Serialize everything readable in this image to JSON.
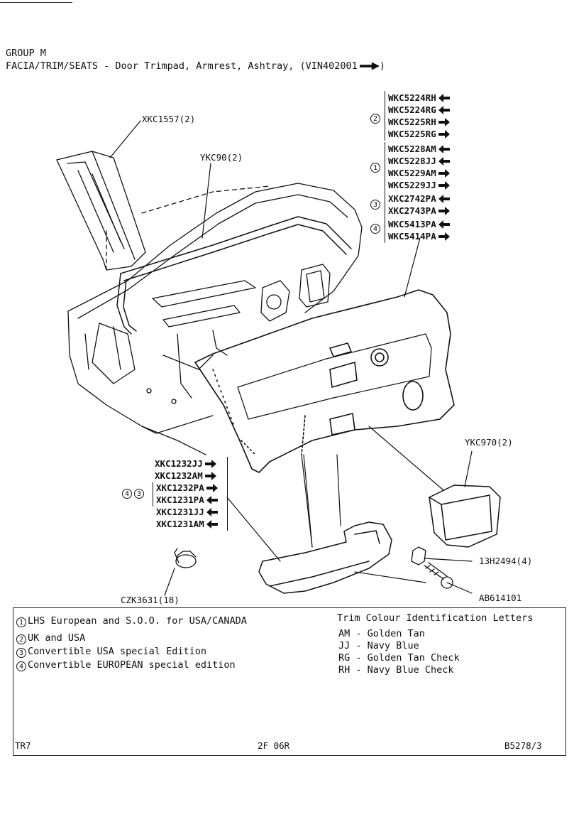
{
  "header": {
    "group": "GROUP M",
    "subtitle": "FACIA/TRIM/SEATS - Door Trimpad, Armrest, Ashtray, (VIN402001",
    "subtitle_end": ")"
  },
  "callouts": {
    "xkc1557": "XKC1557(2)",
    "ykc90": "YKC90(2)",
    "ykc970": "YKC970(2)",
    "h13h2494": "13H2494(4)",
    "ab614101": "AB614101",
    "czk3631": "CZK3631(18)"
  },
  "trimpad_parts": {
    "group2": {
      "marker": "2",
      "items": [
        {
          "code": "WKC5224RH",
          "dir": "left"
        },
        {
          "code": "WKC5224RG",
          "dir": "left"
        },
        {
          "code": "WKC5225RH",
          "dir": "right"
        },
        {
          "code": "WKC5225RG",
          "dir": "right"
        }
      ]
    },
    "group1": {
      "marker": "1",
      "items": [
        {
          "code": "WKC5228AM",
          "dir": "left"
        },
        {
          "code": "WKC5228JJ",
          "dir": "left"
        },
        {
          "code": "WKC5229AM",
          "dir": "right"
        },
        {
          "code": "WKC5229JJ",
          "dir": "right"
        }
      ]
    },
    "group3": {
      "marker": "3",
      "items": [
        {
          "code": "XKC2742PA",
          "dir": "left"
        },
        {
          "code": "XKC2743PA",
          "dir": "right"
        }
      ]
    },
    "group4": {
      "marker": "4",
      "items": [
        {
          "code": "WKC5413PA",
          "dir": "left"
        },
        {
          "code": "WKC5414PA",
          "dir": "right"
        }
      ]
    }
  },
  "armrest_parts": {
    "markers": [
      "4",
      "3"
    ],
    "items": [
      {
        "code": "XKC1232JJ",
        "dir": "right"
      },
      {
        "code": "XKC1232AM",
        "dir": "right"
      },
      {
        "code": "XKC1232PA",
        "dir": "right"
      },
      {
        "code": "XKC1231PA",
        "dir": "left"
      },
      {
        "code": "XKC1231JJ",
        "dir": "left"
      },
      {
        "code": "XKC1231AM",
        "dir": "left"
      }
    ]
  },
  "notes": [
    {
      "marker": "1",
      "text": "LHS European and S.O.O. for USA/CANADA"
    },
    {
      "marker": "2",
      "text": "UK and USA"
    },
    {
      "marker": "3",
      "text": "Convertible USA special Edition"
    },
    {
      "marker": "4",
      "text": "Convertible EUROPEAN special  edition"
    }
  ],
  "trim_colours": {
    "title": "Trim Colour Identification Letters",
    "items": [
      "AM - Golden Tan",
      "JJ - Navy Blue",
      "RG - Golden Tan Check",
      "RH - Navy Blue Check"
    ]
  },
  "footer": {
    "model": "TR7",
    "page": "2F 06R",
    "ref": "B5278/3"
  },
  "icons": {
    "left": "left-arrow-icon",
    "right": "right-arrow-icon",
    "vin_arrow": "right-arrow-icon"
  }
}
